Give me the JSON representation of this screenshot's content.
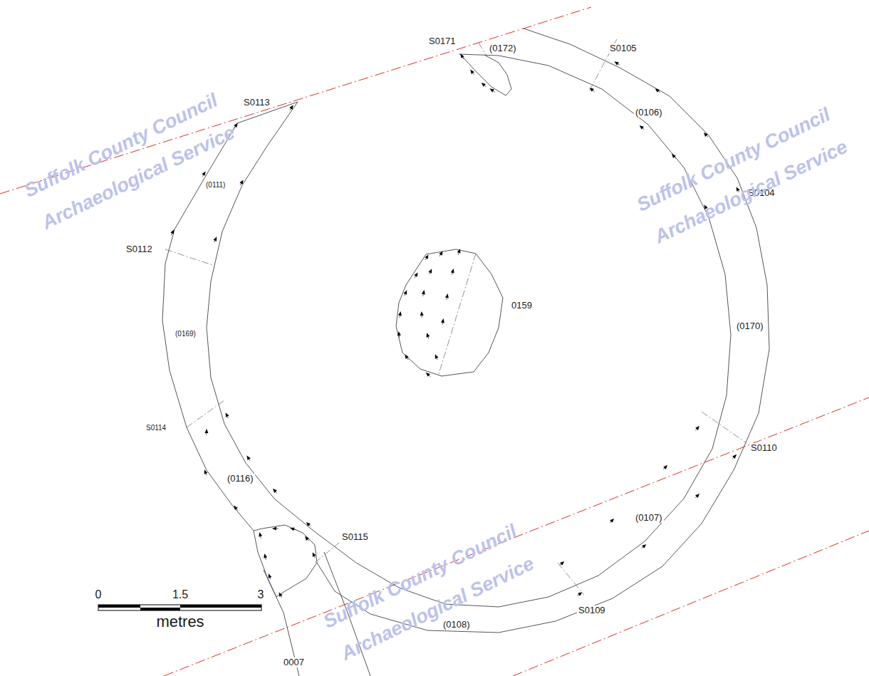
{
  "diagram": {
    "labels": [
      "S0171",
      "(0172)",
      "S0105",
      "S0113",
      "(0106)",
      "(0111)",
      "S0104",
      "S0112",
      "0159",
      "(0169)",
      "(0170)",
      "S0114",
      "S0110",
      "(0116)",
      "(0107)",
      "S0115",
      "S0109",
      "(0108)",
      "0007",
      "0",
      "1.5",
      "3",
      "metres",
      "Suffolk County Council",
      "Archaeological Service",
      "Suffolk County Council",
      "Archaeological Service",
      "Suffolk County Council",
      "Archaeological Service"
    ]
  }
}
